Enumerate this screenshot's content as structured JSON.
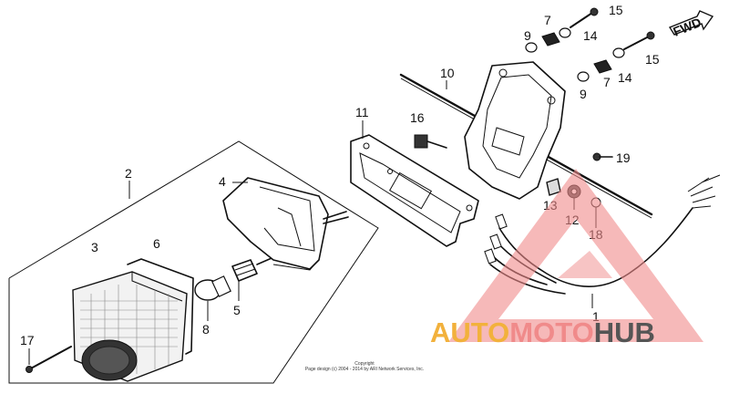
{
  "callouts": {
    "c1": "1",
    "c2": "2",
    "c3": "3",
    "c4": "4",
    "c5": "5",
    "c6": "6",
    "c7a": "7",
    "c7b": "7",
    "c8": "8",
    "c9a": "9",
    "c9b": "9",
    "c10": "10",
    "c11": "11",
    "c12": "12",
    "c13": "13",
    "c14a": "14",
    "c14b": "14",
    "c15a": "15",
    "c15b": "15",
    "c16": "16",
    "c17": "17",
    "c18": "18",
    "c19": "19"
  },
  "direction_label": "FWD",
  "copyright": {
    "line1": "Copyright",
    "line2": "Page design (c) 2004 - 2014 by ARI Network Services, Inc."
  },
  "watermark": {
    "part1": "AUTO",
    "part2": "MOTO",
    "part3": "HUB",
    "colors": {
      "part1": "#f2b13c",
      "part2": "#f08a8a",
      "part3": "#555555",
      "triangle": "#f08a8a"
    }
  }
}
